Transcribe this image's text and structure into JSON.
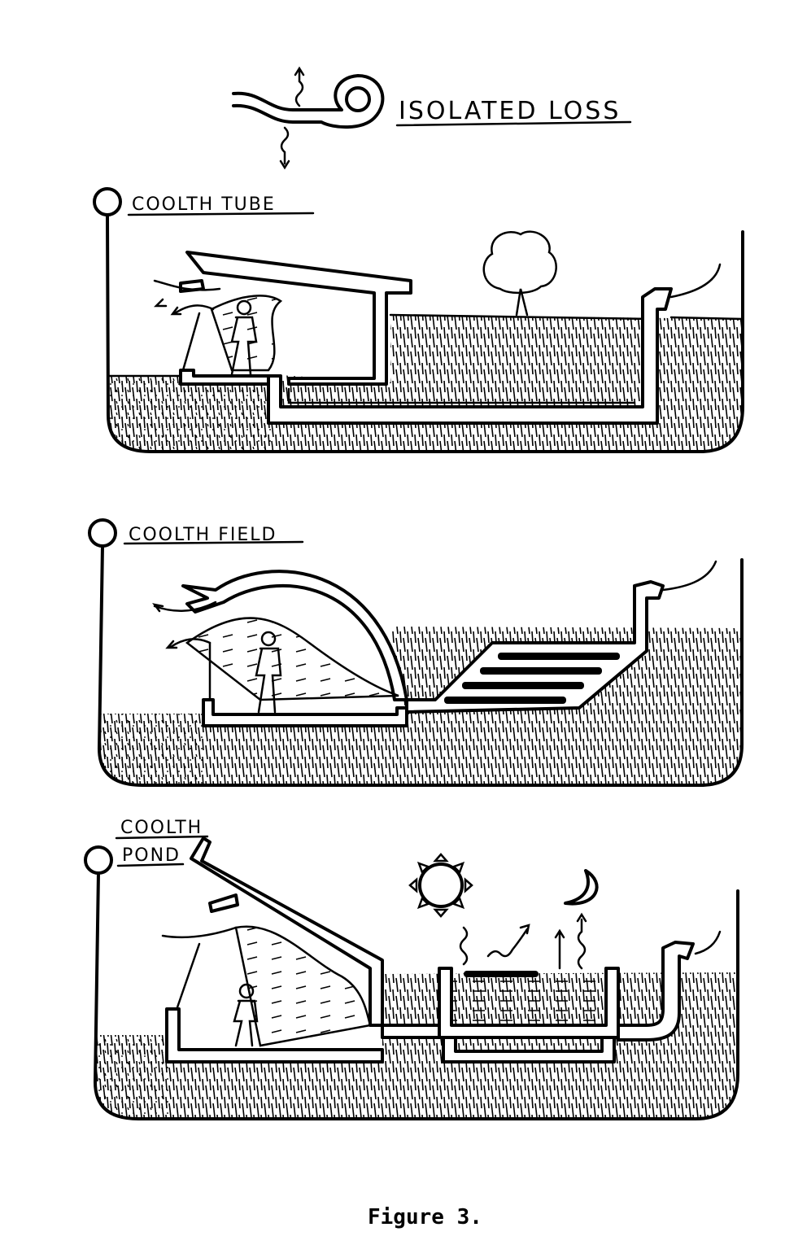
{
  "legend": {
    "label": "ISOLATED LOSS",
    "icon": "looped-pipe-icon"
  },
  "panels": [
    {
      "label": "COOLTH TUBE"
    },
    {
      "label": "COOLTH FIELD"
    },
    {
      "label_line1": "COOLTH",
      "label_line2": "POND"
    }
  ],
  "caption": "Figure 3.",
  "colors": {
    "ink": "#000000",
    "paper": "#ffffff"
  }
}
